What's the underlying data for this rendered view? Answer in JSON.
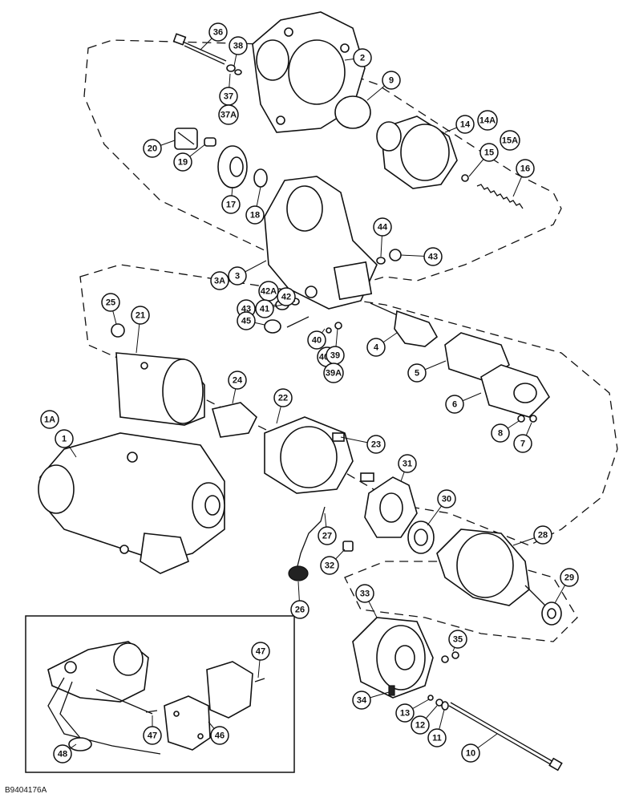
{
  "figure_code": "B9404176A",
  "callouts": [
    {
      "id": "36",
      "label": "36"
    },
    {
      "id": "38",
      "label": "38"
    },
    {
      "id": "2",
      "label": "2"
    },
    {
      "id": "9",
      "label": "9"
    },
    {
      "id": "37",
      "label": "37"
    },
    {
      "id": "37a",
      "label": "37A"
    },
    {
      "id": "14",
      "label": "14"
    },
    {
      "id": "14a",
      "label": "14A"
    },
    {
      "id": "15a",
      "label": "15A"
    },
    {
      "id": "15",
      "label": "15"
    },
    {
      "id": "20",
      "label": "20"
    },
    {
      "id": "19",
      "label": "19"
    },
    {
      "id": "17",
      "label": "17"
    },
    {
      "id": "18",
      "label": "18"
    },
    {
      "id": "16",
      "label": "16"
    },
    {
      "id": "44",
      "label": "44"
    },
    {
      "id": "43-top",
      "label": "43"
    },
    {
      "id": "3",
      "label": "3"
    },
    {
      "id": "3a",
      "label": "3A"
    },
    {
      "id": "42a",
      "label": "42A"
    },
    {
      "id": "42",
      "label": "42"
    },
    {
      "id": "43",
      "label": "43"
    },
    {
      "id": "41",
      "label": "41"
    },
    {
      "id": "25",
      "label": "25"
    },
    {
      "id": "21",
      "label": "21"
    },
    {
      "id": "45",
      "label": "45"
    },
    {
      "id": "40",
      "label": "40"
    },
    {
      "id": "40a",
      "label": "40A"
    },
    {
      "id": "39",
      "label": "39"
    },
    {
      "id": "39a",
      "label": "39A"
    },
    {
      "id": "4",
      "label": "4"
    },
    {
      "id": "5",
      "label": "5"
    },
    {
      "id": "6",
      "label": "6"
    },
    {
      "id": "8",
      "label": "8"
    },
    {
      "id": "7",
      "label": "7"
    },
    {
      "id": "1a",
      "label": "1A"
    },
    {
      "id": "1",
      "label": "1"
    },
    {
      "id": "24",
      "label": "24"
    },
    {
      "id": "22",
      "label": "22"
    },
    {
      "id": "23",
      "label": "23"
    },
    {
      "id": "31",
      "label": "31"
    },
    {
      "id": "30",
      "label": "30"
    },
    {
      "id": "28",
      "label": "28"
    },
    {
      "id": "27",
      "label": "27"
    },
    {
      "id": "32",
      "label": "32"
    },
    {
      "id": "26",
      "label": "26"
    },
    {
      "id": "29",
      "label": "29"
    },
    {
      "id": "33",
      "label": "33"
    },
    {
      "id": "35",
      "label": "35"
    },
    {
      "id": "47-top",
      "label": "47"
    },
    {
      "id": "34",
      "label": "34"
    },
    {
      "id": "13",
      "label": "13"
    },
    {
      "id": "12",
      "label": "12"
    },
    {
      "id": "11",
      "label": "11"
    },
    {
      "id": "10",
      "label": "10"
    },
    {
      "id": "47",
      "label": "47"
    },
    {
      "id": "46",
      "label": "46"
    },
    {
      "id": "48",
      "label": "48"
    }
  ]
}
